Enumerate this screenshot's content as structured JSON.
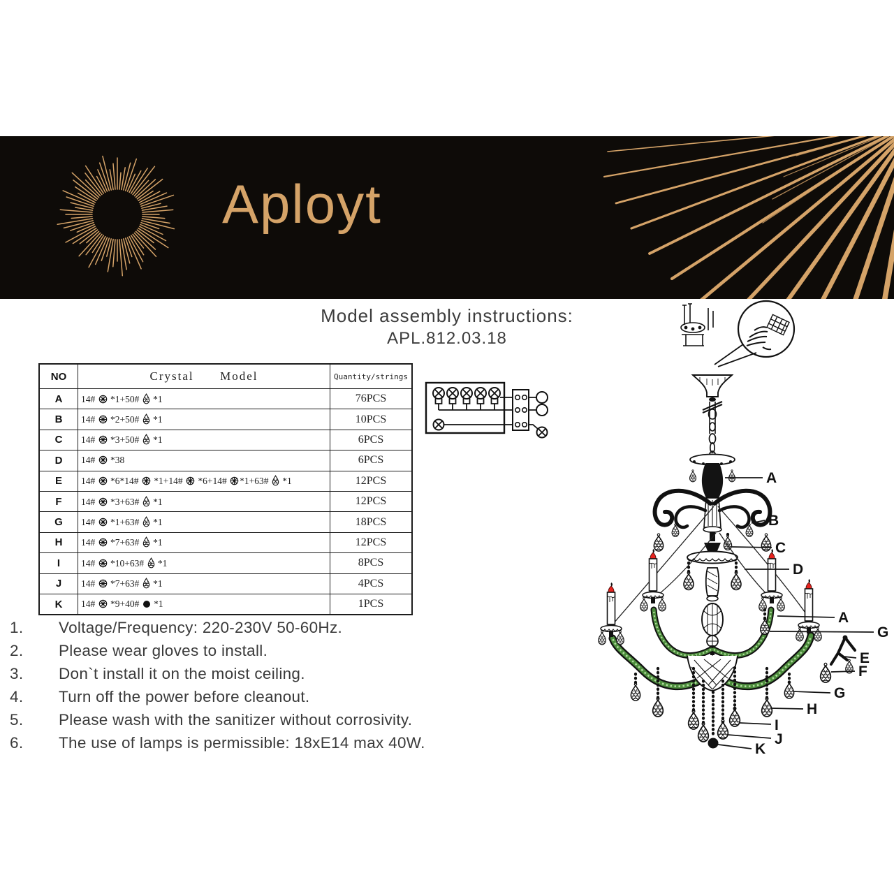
{
  "brand": {
    "name": "Aployt"
  },
  "header": {
    "title": "Model assembly instructions:",
    "model": "APL.812.03.18"
  },
  "table": {
    "headers": {
      "no": "NO",
      "model": "Crystal      Model",
      "qty": "Quantity/strings"
    },
    "rows": [
      {
        "no": "A",
        "formula": "14# {bead} *1+50# {drop} *1",
        "qty": "76PCS"
      },
      {
        "no": "B",
        "formula": "14# {bead} *2+50# {drop} *1",
        "qty": "10PCS"
      },
      {
        "no": "C",
        "formula": "14# {bead} *3+50# {drop} *1",
        "qty": "6PCS"
      },
      {
        "no": "D",
        "formula": "14# {bead} *38",
        "qty": "6PCS"
      },
      {
        "no": "E",
        "formula": "14# {bead} *6*14# {bead} *1+14# {bead} *6+14# {bead}*1+63# {drop} *1",
        "qty": "12PCS"
      },
      {
        "no": "F",
        "formula": "14# {bead} *3+63# {drop} *1",
        "qty": "12PCS"
      },
      {
        "no": "G",
        "formula": "14# {bead} *1+63# {drop} *1",
        "qty": "18PCS"
      },
      {
        "no": "H",
        "formula": "14# {bead} *7+63# {drop} *1",
        "qty": "12PCS"
      },
      {
        "no": "I",
        "formula": "14# {bead} *10+63# {drop} *1",
        "qty": "8PCS"
      },
      {
        "no": "J",
        "formula": "14# {bead} *7+63# {drop} *1",
        "qty": "4PCS"
      },
      {
        "no": "K",
        "formula": "14# {bead} *9+40# {ball} *1",
        "qty": "1PCS"
      }
    ]
  },
  "icons": {
    "bead": "round-crystal-bead-icon",
    "drop": "teardrop-crystal-icon",
    "ball": "black-ball-finial-icon"
  },
  "instructions": [
    {
      "num": "1.",
      "text": "Voltage/Frequency: 220-230V 50-60Hz."
    },
    {
      "num": "2.",
      "text": "Please wear gloves to install."
    },
    {
      "num": "3.",
      "text": "Don`t install it on the moist ceiling."
    },
    {
      "num": "4.",
      "text": "Turn off the power before cleanout."
    },
    {
      "num": "5.",
      "text": "Please wash with the sanitizer without corrosivity."
    },
    {
      "num": "6.",
      "text": "The use of lamps is permissible: 18xE14 max 40W."
    }
  ],
  "diagram": {
    "labels": [
      "A",
      "B",
      "C",
      "D",
      "A",
      "G",
      "E",
      "F",
      "G",
      "H",
      "I",
      "J",
      "K"
    ]
  },
  "colors": {
    "banner": "#0e0b08",
    "gold": "#d5a368",
    "flame_red": "#e8231e",
    "arm_green": "#4c8c3c",
    "text": "#3a3a3a"
  }
}
